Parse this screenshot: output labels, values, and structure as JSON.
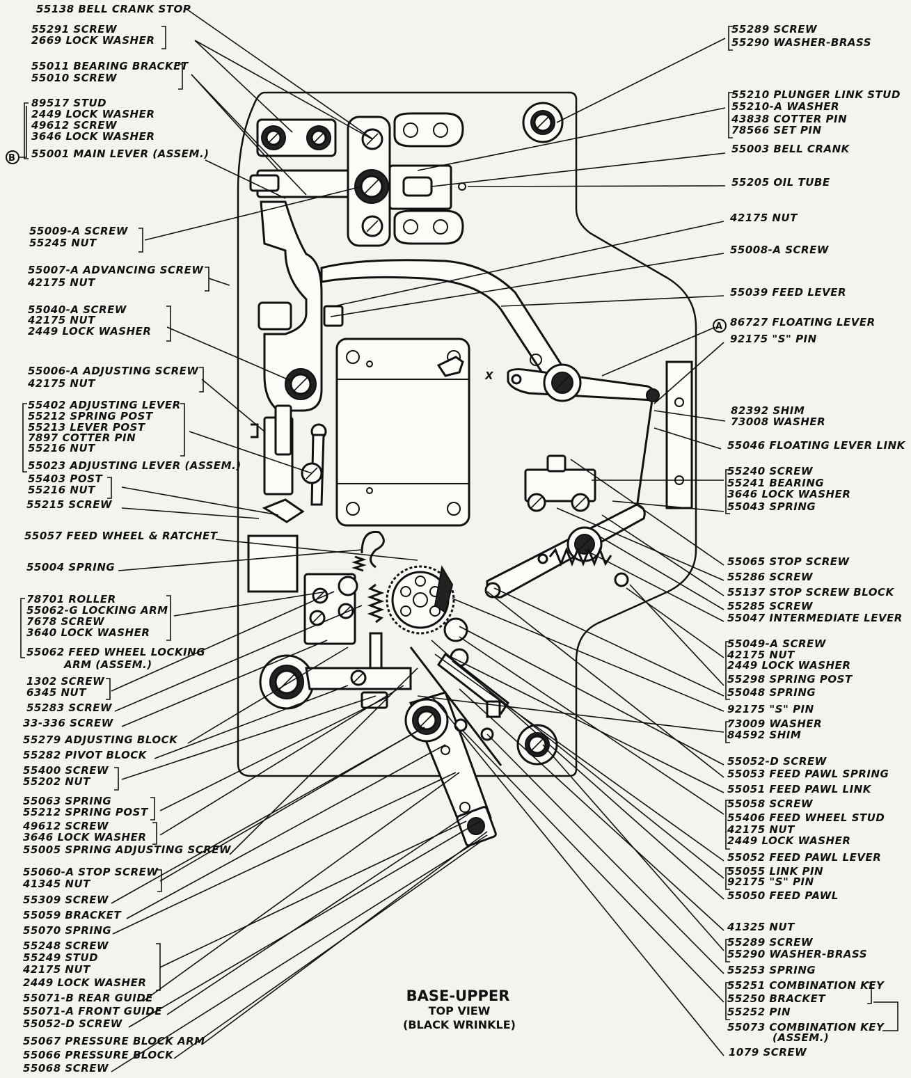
{
  "title": {
    "line1": "BASE-UPPER",
    "line2": "TOP VIEW",
    "line3": "(BLACK WRINKLE)"
  },
  "markers": {
    "a": "A",
    "b": "B"
  },
  "icons": [
    "screw-head-icon",
    "spring-icon",
    "gear-icon",
    "bracket-brace-icon",
    "leader-arrow-icon"
  ],
  "left_labels": [
    "55138 BELL CRANK STOP",
    "55291 SCREW",
    "2669 LOCK WASHER",
    "55011 BEARING BRACKET",
    "55010 SCREW",
    "89517 STUD",
    "2449 LOCK WASHER",
    "49612 SCREW",
    "3646 LOCK WASHER",
    "55001 MAIN LEVER (ASSEM.)",
    "55009-A SCREW",
    "55245 NUT",
    "55007-A ADVANCING SCREW",
    "42175 NUT",
    "55040-A SCREW",
    "42175 NUT",
    "2449 LOCK WASHER",
    "55006-A ADJUSTING SCREW",
    "42175 NUT",
    "55402 ADJUSTING LEVER",
    "55212 SPRING POST",
    "55213 LEVER POST",
    "7897 COTTER PIN",
    "55216 NUT",
    "55023 ADJUSTING LEVER (ASSEM.)",
    "55403 POST",
    "55216 NUT",
    "55215 SCREW",
    "55057 FEED WHEEL & RATCHET",
    "55004 SPRING",
    "78701 ROLLER",
    "55062-G LOCKING ARM",
    "7678 SCREW",
    "3640 LOCK WASHER",
    "55062 FEED WHEEL LOCKING",
    "ARM (ASSEM.)",
    "1302 SCREW",
    "6345 NUT",
    "55283 SCREW",
    "33-336 SCREW",
    "55279 ADJUSTING BLOCK",
    "55282 PIVOT BLOCK",
    "55400 SCREW",
    "55202 NUT",
    "55063 SPRING",
    "55212 SPRING POST",
    "49612 SCREW",
    "3646 LOCK WASHER",
    "55005 SPRING ADJUSTING SCREW",
    "55060-A STOP SCREW",
    "41345 NUT",
    "55309 SCREW",
    "55059 BRACKET",
    "55070 SPRING",
    "55248 SCREW",
    "55249 STUD",
    "42175 NUT",
    "2449 LOCK WASHER",
    "55071-B REAR GUIDE",
    "55071-A FRONT GUIDE",
    "55052-D SCREW",
    "55067 PRESSURE BLOCK ARM",
    "55066 PRESSURE BLOCK",
    "55068 SCREW"
  ],
  "right_labels": [
    "55289 SCREW",
    "55290 WASHER-BRASS",
    "55210 PLUNGER LINK STUD",
    "55210-A WASHER",
    "43838 COTTER PIN",
    "78566 SET PIN",
    "55003 BELL CRANK",
    "55205 OIL TUBE",
    "42175 NUT",
    "55008-A SCREW",
    "55039 FEED LEVER",
    "86727 FLOATING LEVER",
    "92175 \"S\" PIN",
    "82392 SHIM",
    "73008 WASHER",
    "55046 FLOATING LEVER LINK",
    "55240 SCREW",
    "55241 BEARING",
    "3646 LOCK WASHER",
    "55043 SPRING",
    "55065 STOP SCREW",
    "55286 SCREW",
    "55137 STOP SCREW BLOCK",
    "55285 SCREW",
    "55047 INTERMEDIATE LEVER",
    "55049-A SCREW",
    "42175 NUT",
    "2449 LOCK WASHER",
    "55298 SPRING POST",
    "55048 SPRING",
    "92175 \"S\" PIN",
    "73009 WASHER",
    "84592 SHIM",
    "55052-D SCREW",
    "55053 FEED PAWL SPRING",
    "55051 FEED PAWL LINK",
    "55058 SCREW",
    "55406 FEED WHEEL STUD",
    "42175 NUT",
    "2449 LOCK WASHER",
    "55052 FEED PAWL LEVER",
    "55055 LINK PIN",
    "92175 \"S\" PIN",
    "55050 FEED PAWL",
    "41325 NUT",
    "55289 SCREW",
    "55290 WASHER-BRASS",
    "55253 SPRING",
    "55251 COMBINATION KEY",
    "55250 BRACKET",
    "55252 PIN",
    "55073 COMBINATION KEY",
    "(ASSEM.)",
    "1079 SCREW"
  ],
  "plate_mark": "X"
}
